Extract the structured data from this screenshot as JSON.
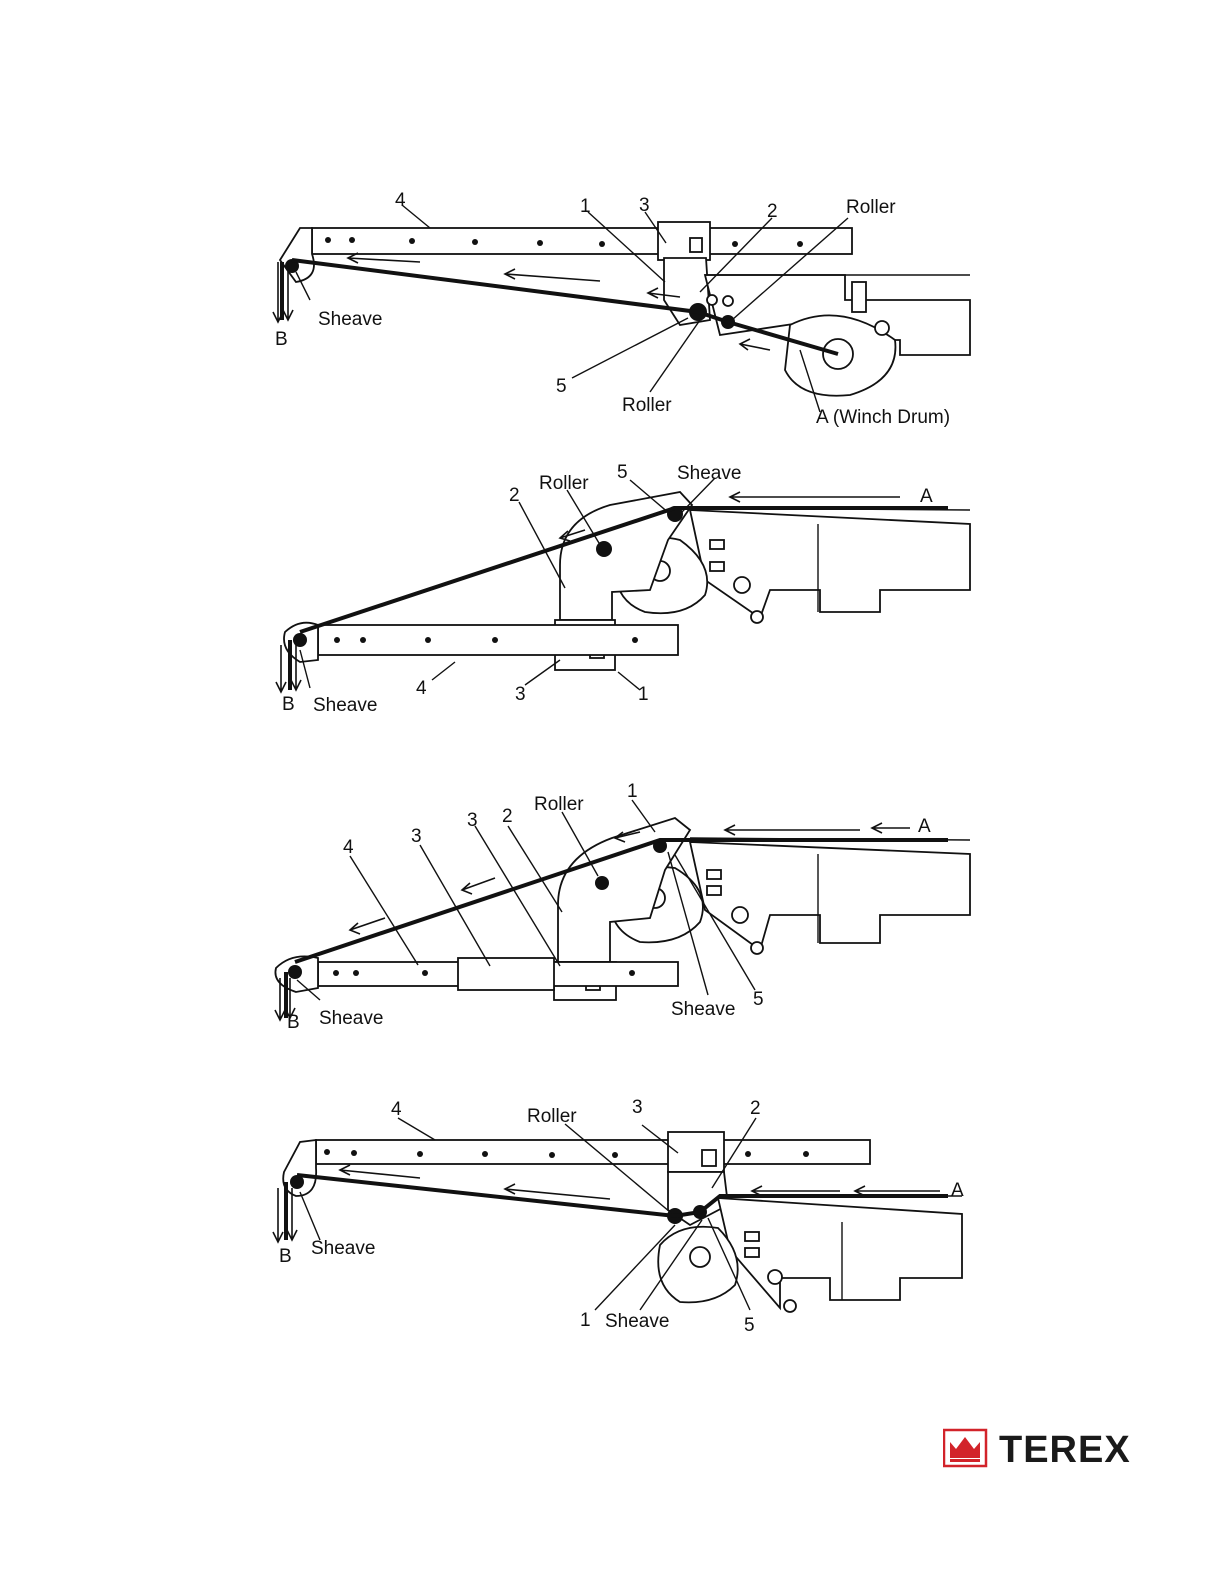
{
  "figures": [
    {
      "labels": {
        "l4": "4",
        "l1": "1",
        "l3": "3",
        "l2": "2",
        "roller_top": "Roller",
        "sheave": "Sheave",
        "b": "B",
        "l5": "5",
        "roller_bottom": "Roller",
        "a": "A (Winch Drum)"
      }
    },
    {
      "labels": {
        "roller": "Roller",
        "l5": "5",
        "sheave_top": "Sheave",
        "a": "A",
        "l2": "2",
        "b": "B",
        "sheave": "Sheave",
        "l4": "4",
        "l3": "3",
        "l1": "1"
      }
    },
    {
      "labels": {
        "roller": "Roller",
        "l1": "1",
        "a": "A",
        "l3a": "3",
        "l2": "2",
        "l4": "4",
        "l3b": "3",
        "b": "B",
        "sheave": "Sheave",
        "sheave_right": "Sheave",
        "l5": "5"
      }
    },
    {
      "labels": {
        "l4": "4",
        "roller": "Roller",
        "l3": "3",
        "l2": "2",
        "a": "A",
        "b": "B",
        "sheave": "Sheave",
        "l1": "1",
        "sheave_bottom": "Sheave",
        "l5": "5"
      }
    }
  ],
  "logo": {
    "wordmark": "TEREX",
    "brand_color": "#d2232a"
  }
}
